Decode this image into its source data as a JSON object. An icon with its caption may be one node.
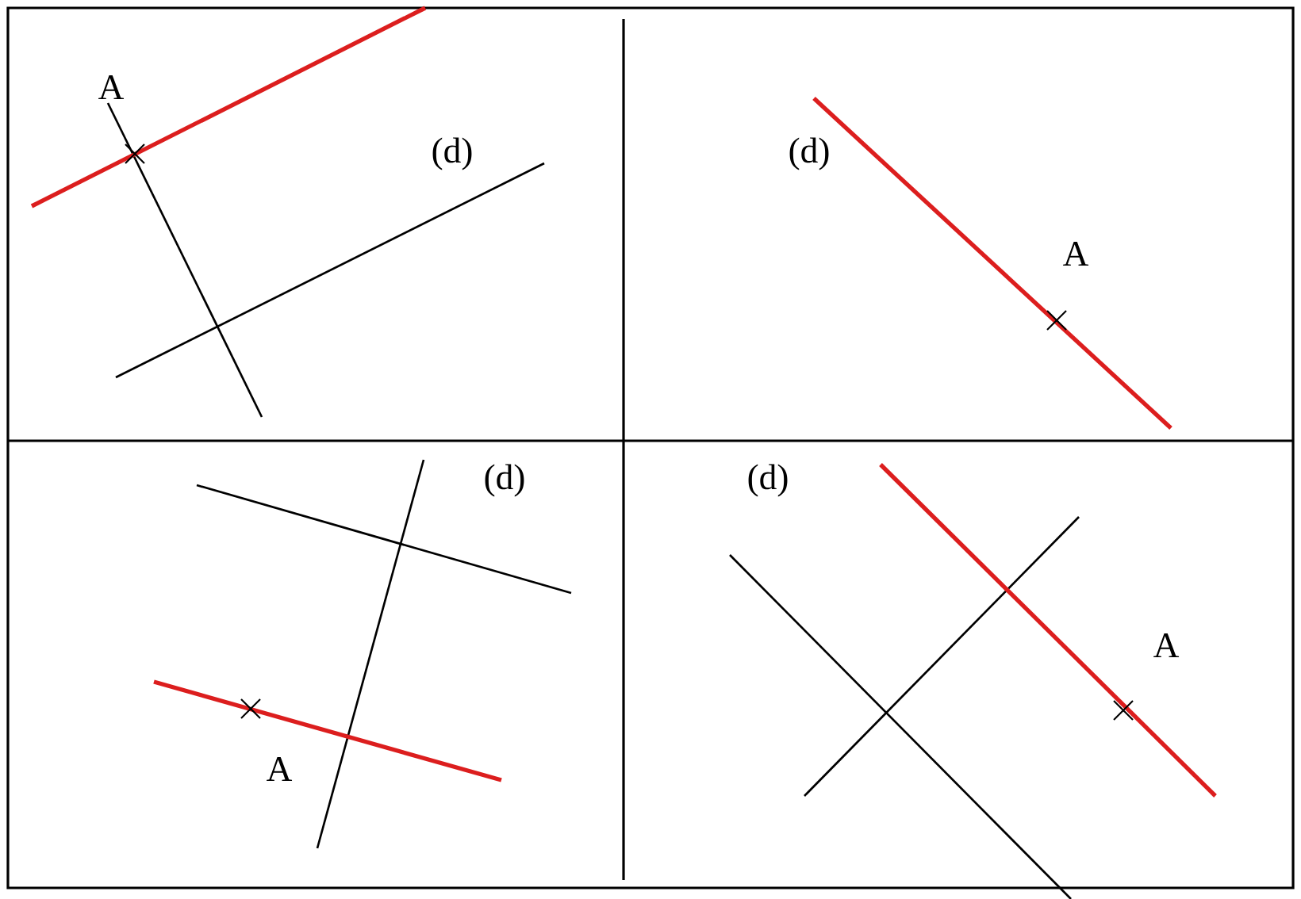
{
  "diagram": {
    "labels": [
      "A",
      "(d)",
      "(d)",
      "A",
      "(d)",
      "A",
      "(d)",
      "A"
    ]
  }
}
